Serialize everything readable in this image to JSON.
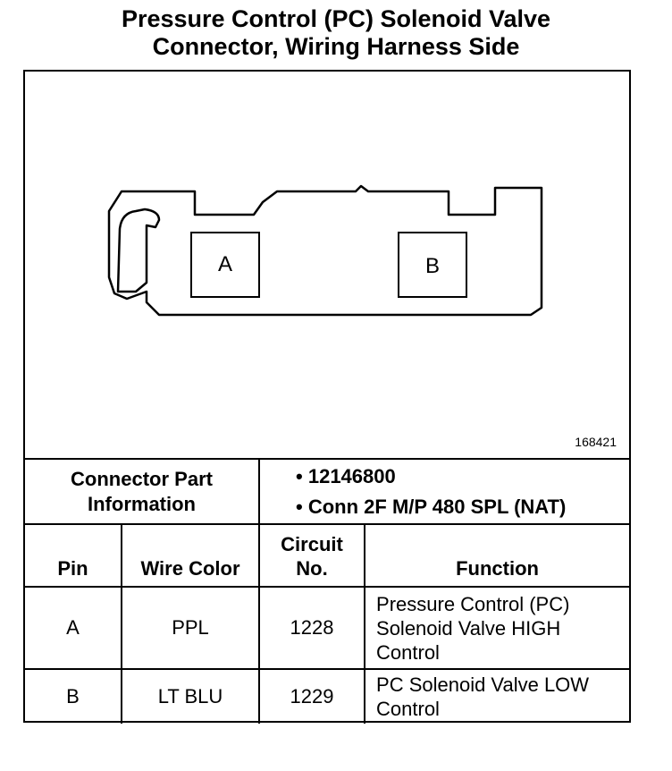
{
  "title": {
    "line1": "Pressure Control (PC) Solenoid Valve",
    "line2": "Connector, Wiring Harness Side"
  },
  "diagram": {
    "figure_number": "168421",
    "pins": [
      "A",
      "B"
    ]
  },
  "connector": {
    "label_line1": "Connector Part",
    "label_line2": "Information",
    "bullets": [
      "12146800",
      "Conn 2F M/P 480 SPL (NAT)"
    ]
  },
  "table": {
    "headers": {
      "pin": "Pin",
      "wire_color": "Wire Color",
      "circuit_line1": "Circuit",
      "circuit_line2": "No.",
      "function": "Function"
    },
    "rows": [
      {
        "pin": "A",
        "wire_color": "PPL",
        "circuit": "1228",
        "function_lines": [
          "Pressure Control (PC)",
          "Solenoid Valve HIGH",
          "Control"
        ]
      },
      {
        "pin": "B",
        "wire_color": "LT BLU",
        "circuit": "1229",
        "function_lines": [
          "PC Solenoid Valve LOW",
          "Control"
        ]
      }
    ]
  }
}
